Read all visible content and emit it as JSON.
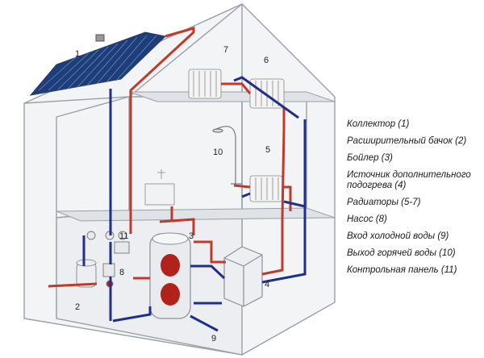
{
  "colors": {
    "hot": "#c0392b",
    "cold": "#1f2f8a",
    "outline": "#8a8f96",
    "fill": "#e8eaed"
  },
  "labels": {
    "n1": "1",
    "n2": "2",
    "n3": "3",
    "n4": "4",
    "n5": "5",
    "n6": "6",
    "n7": "7",
    "n8": "8",
    "n9": "9",
    "n10": "10",
    "n11": "11"
  },
  "legend": [
    "Коллектор (1)",
    "Расширительный бачок (2)",
    "Бойлер (3)",
    "Источник дополнительного\nподогрева (4)",
    "Радиаторы (5-7)",
    "Насос (8)",
    "Вход холодной воды (9)",
    "Выход горячей воды (10)",
    "Контрольная панель (11)"
  ]
}
